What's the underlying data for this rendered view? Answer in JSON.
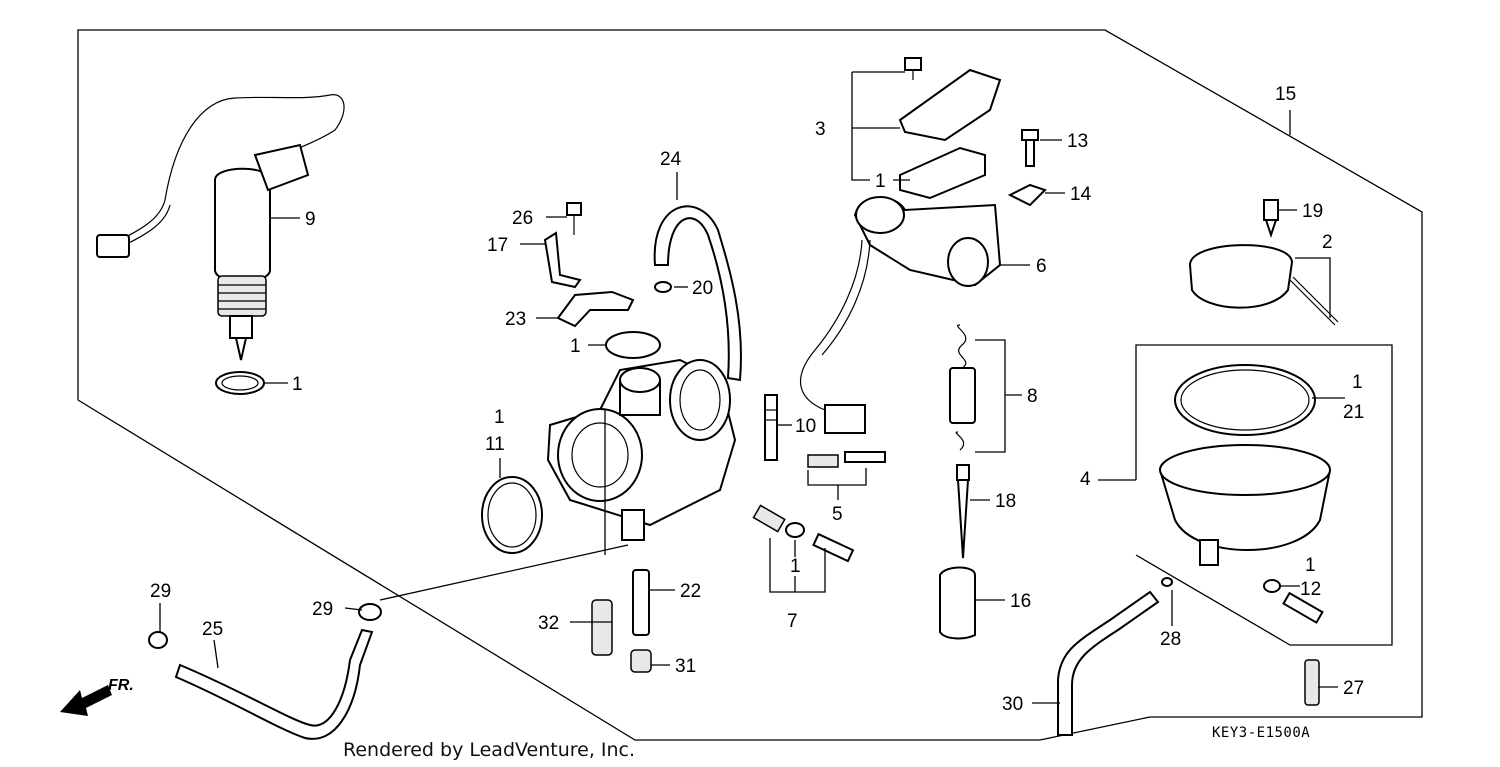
{
  "callouts": [
    {
      "id": "c1a",
      "text": "1"
    },
    {
      "id": "c1b",
      "text": "1"
    },
    {
      "id": "c1c",
      "text": "1"
    },
    {
      "id": "c1d",
      "text": "1"
    },
    {
      "id": "c1e",
      "text": "1"
    },
    {
      "id": "c1f",
      "text": "1"
    },
    {
      "id": "c1g",
      "text": "1"
    },
    {
      "id": "c2",
      "text": "2"
    },
    {
      "id": "c3",
      "text": "3"
    },
    {
      "id": "c4",
      "text": "4"
    },
    {
      "id": "c5",
      "text": "5"
    },
    {
      "id": "c6",
      "text": "6"
    },
    {
      "id": "c7",
      "text": "7"
    },
    {
      "id": "c8",
      "text": "8"
    },
    {
      "id": "c9",
      "text": "9"
    },
    {
      "id": "c10",
      "text": "10"
    },
    {
      "id": "c11",
      "text": "11"
    },
    {
      "id": "c12",
      "text": "12"
    },
    {
      "id": "c13",
      "text": "13"
    },
    {
      "id": "c14",
      "text": "14"
    },
    {
      "id": "c15",
      "text": "15"
    },
    {
      "id": "c16",
      "text": "16"
    },
    {
      "id": "c17",
      "text": "17"
    },
    {
      "id": "c18",
      "text": "18"
    },
    {
      "id": "c19",
      "text": "19"
    },
    {
      "id": "c20",
      "text": "20"
    },
    {
      "id": "c21",
      "text": "21"
    },
    {
      "id": "c22",
      "text": "22"
    },
    {
      "id": "c23",
      "text": "23"
    },
    {
      "id": "c24",
      "text": "24"
    },
    {
      "id": "c25",
      "text": "25"
    },
    {
      "id": "c26",
      "text": "26"
    },
    {
      "id": "c27",
      "text": "27"
    },
    {
      "id": "c28",
      "text": "28"
    },
    {
      "id": "c29a",
      "text": "29"
    },
    {
      "id": "c29b",
      "text": "29"
    },
    {
      "id": "c30",
      "text": "30"
    },
    {
      "id": "c31",
      "text": "31"
    },
    {
      "id": "c32",
      "text": "32"
    }
  ],
  "diagram_code": "KEY3-E1500A",
  "credit": "Rendered by LeadVenture, Inc.",
  "direction_label": "FR.",
  "icons": {
    "direction": "front-direction-arrow-icon"
  }
}
